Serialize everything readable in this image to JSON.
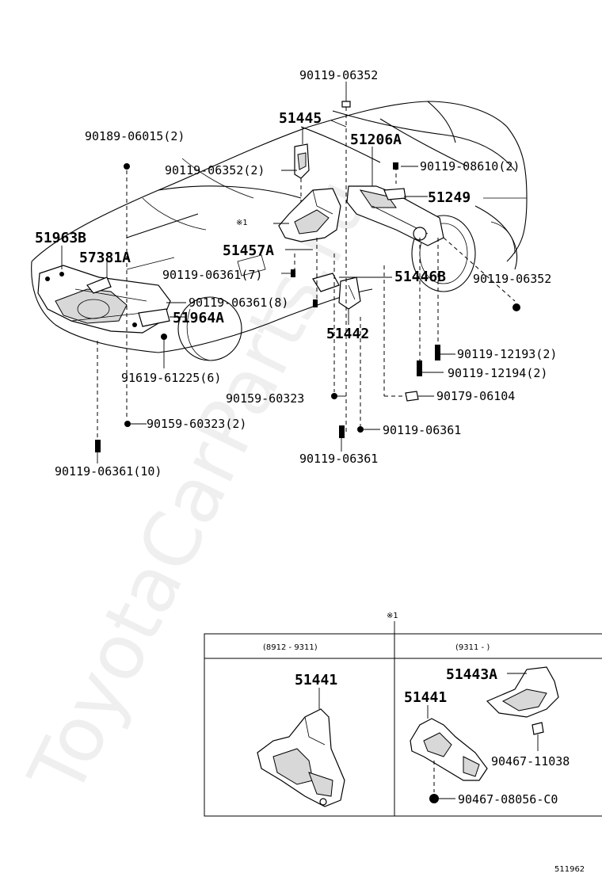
{
  "parts": {
    "p90119_06352_top": "90119-06352",
    "p51445": "51445",
    "p90189_06015": "90189-06015(2)",
    "p51206A": "51206A",
    "p90119_06352_2": "90119-06352(2)",
    "p90119_08610": "90119-08610(2)",
    "p51249": "51249",
    "ref_note_1": "※1",
    "p51963B": "51963B",
    "p51457A": "51457A",
    "p57381A": "57381A",
    "p90119_06361_7": "90119-06361(7)",
    "p51446B": "51446B",
    "p90119_06352_right": "90119-06352",
    "p90119_06361_8": "90119-06361(8)",
    "p51964A": "51964A",
    "p51442": "51442",
    "p90119_12193": "90119-12193(2)",
    "p91619_61225": "91619-61225(6)",
    "p90119_12194": "90119-12194(2)",
    "p90159_60323_center": "90159-60323",
    "p90179_06104": "90179-06104",
    "p90159_60323_2": "90159-60323(2)",
    "p90119_06361_a": "90119-06361",
    "p90119_06361_b": "90119-06361",
    "p90119_06361_10": "90119-06361(10)"
  },
  "table": {
    "ref_mark": "※1",
    "col1_header": "(8912 - 9311)",
    "col2_header": "(9311 -       )",
    "col1_part": "51441",
    "col2_part_a": "51443A",
    "col2_part_b": "51441",
    "col2_part_c": "90467-11038",
    "col2_part_d": "90467-08056-C0"
  },
  "watermark": "ToyotaCarParts.ru",
  "footer_code": "511962"
}
